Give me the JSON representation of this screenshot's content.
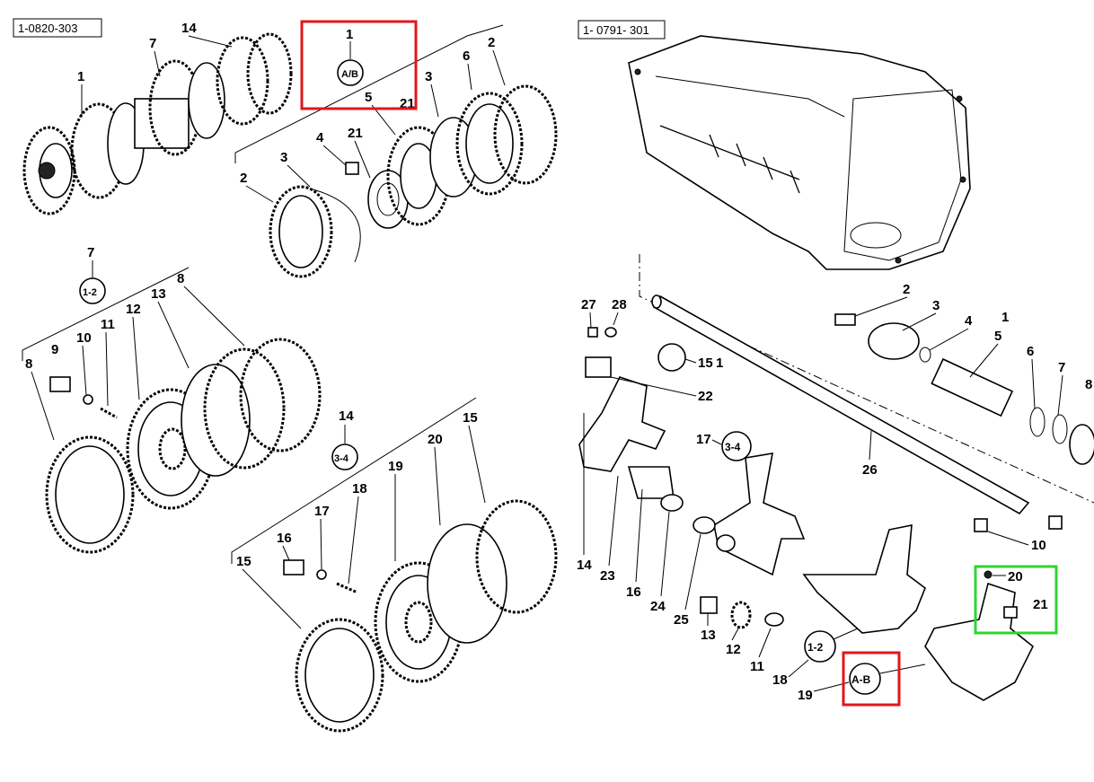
{
  "left_diagram": {
    "ref_code": "1-0820-303",
    "labels_top": [
      "14",
      "7",
      "1",
      "1",
      "5",
      "21",
      "3",
      "6",
      "2",
      "2",
      "3",
      "4",
      "21"
    ],
    "badge_ab": "A/B",
    "badge_12": "1-2",
    "label_7": "7",
    "labels_mid": [
      "8",
      "9",
      "10",
      "11",
      "12",
      "13",
      "8"
    ],
    "badge_34": "3-4",
    "label_14b": "14",
    "labels_bottom": [
      "15",
      "16",
      "17",
      "18",
      "19",
      "20",
      "15"
    ]
  },
  "right_diagram": {
    "ref_code": "1- 0791- 301",
    "labels_a": [
      "2",
      "3",
      "4",
      "1",
      "5",
      "6",
      "7",
      "8"
    ],
    "labels_b": [
      "27",
      "28",
      "15",
      "1",
      "22",
      "26",
      "10"
    ],
    "badge_34": "3-4",
    "label_17": "17",
    "labels_c": [
      "14",
      "23",
      "16",
      "24",
      "25",
      "13",
      "12",
      "11",
      "18",
      "19"
    ],
    "badge_12": "1-2",
    "badge_ab": "A-B",
    "labels_d": [
      "20",
      "21"
    ]
  },
  "highlights": {
    "red_color": "#e0161b",
    "green_color": "#2fd42f"
  }
}
